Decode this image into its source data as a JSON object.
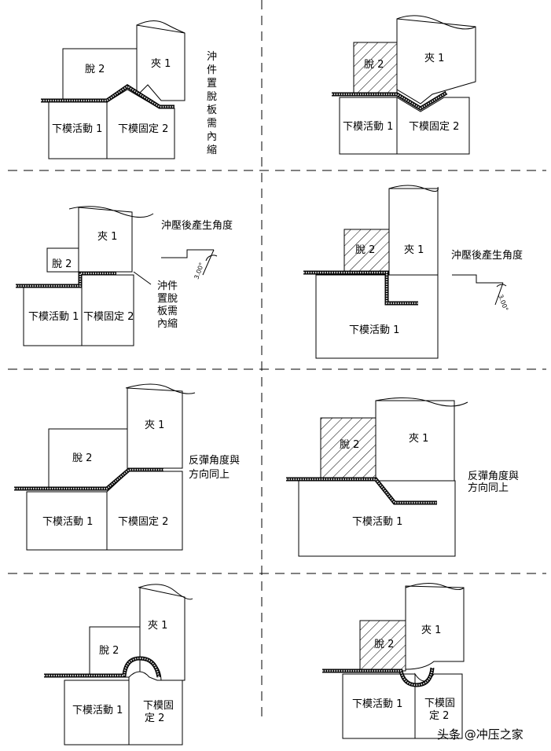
{
  "labels": {
    "strip": "脫 2",
    "clamp": "夾 1",
    "die_moving": "下模活動 1",
    "die_fixed": "下模固定 2",
    "die_fixed_a": "下模固",
    "die_fixed_b": "定 2"
  },
  "notes": {
    "shrink": [
      "沖",
      "件",
      "置",
      "脫",
      "板",
      "需",
      "內",
      "縮"
    ],
    "angle_after_press": "沖壓後產生角度",
    "angle_value": "3.00°",
    "springback_line1": "反彈角度與",
    "springback_line2": "方向同上"
  },
  "watermark": "头条 @冲压之家",
  "colors": {
    "ink": "#000000",
    "strip_fill": "#cfcfcf",
    "background": "#ffffff"
  }
}
